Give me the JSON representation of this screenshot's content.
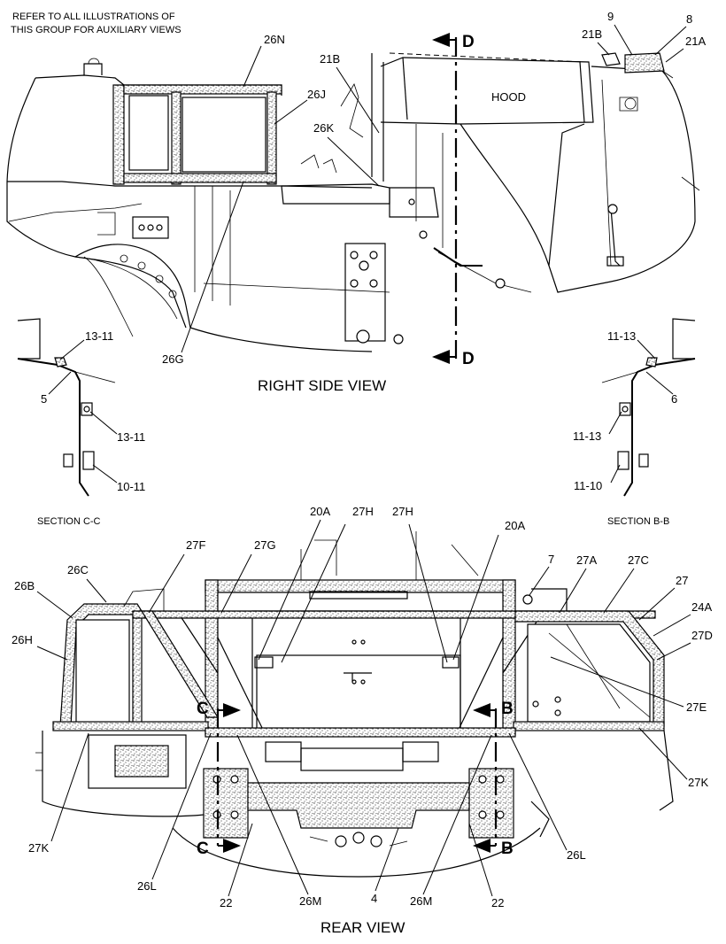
{
  "notes": {
    "reference": [
      "REFER TO ALL ILLUSTRATIONS OF",
      "THIS GROUP FOR AUXILIARY VIEWS"
    ]
  },
  "views": {
    "right_side_title": "RIGHT SIDE VIEW",
    "rear_title": "REAR VIEW",
    "section_cc_title": "SECTION C-C",
    "section_bb_title": "SECTION B-B",
    "hood_label": "HOOD"
  },
  "section_markers": {
    "d_top": "D",
    "d_bottom": "D",
    "c_top": "C",
    "c_bottom": "C",
    "b_top": "B",
    "b_bottom": "B"
  },
  "callouts": {
    "right_side": {
      "c26N": "26N",
      "c26J": "26J",
      "c21B_mid": "21B",
      "c26K": "26K",
      "c26G": "26G",
      "c9": "9",
      "c8": "8",
      "c21B_right": "21B",
      "c21A": "21A"
    },
    "section_cc": {
      "c13_11_top": "13-11",
      "c5": "5",
      "c13_11_mid": "13-11",
      "c10_11": "10-11"
    },
    "section_bb": {
      "c11_13_top": "11-13",
      "c6": "6",
      "c11_13_mid": "11-13",
      "c11_10": "11-10"
    },
    "rear": {
      "c20A_left": "20A",
      "c27H_left": "27H",
      "c27H_right": "27H",
      "c20A_right": "20A",
      "c27F": "27F",
      "c27G": "27G",
      "c26C": "26C",
      "c26B": "26B",
      "c26H": "26H",
      "c7": "7",
      "c27A": "27A",
      "c27C": "27C",
      "c27": "27",
      "c24A": "24A",
      "c27D": "27D",
      "c27E": "27E",
      "c27K_right": "27K",
      "c27K_left": "27K",
      "c26L_left": "26L",
      "c22_left": "22",
      "c26M_left": "26M",
      "c4": "4",
      "c26M_right": "26M",
      "c22_right": "22",
      "c26L_right": "26L"
    }
  }
}
